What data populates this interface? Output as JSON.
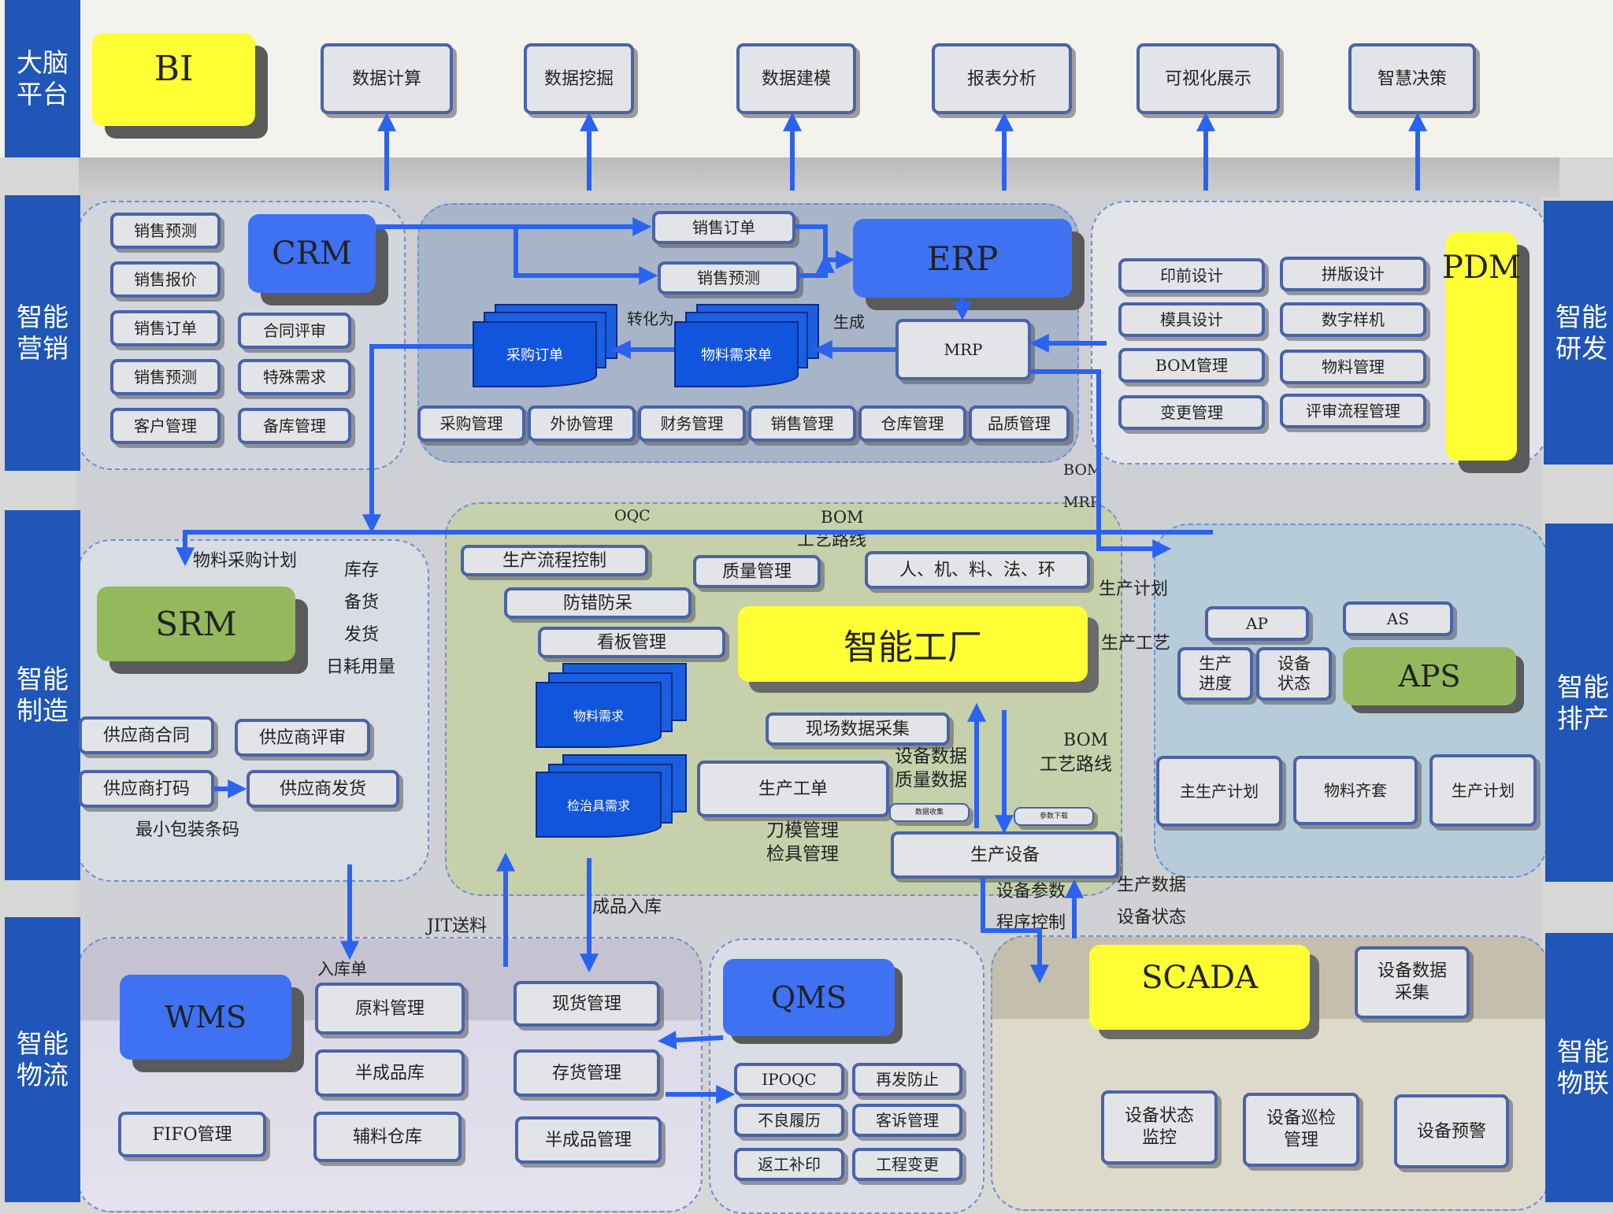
{
  "side_labels": {
    "brain": "大脑平台",
    "marketing": "智能营销",
    "manufacturing": "智能制造",
    "logistics": "智能物流",
    "rnd": "智能研发",
    "scheduling": "智能排产",
    "iot": "智能物联"
  },
  "bi": {
    "title": "BI",
    "items": [
      "数据计算",
      "数据挖掘",
      "数据建模",
      "报表分析",
      "可视化展示",
      "智慧决策"
    ]
  },
  "crm": {
    "title": "CRM",
    "left_items": [
      "销售预测",
      "销售报价",
      "销售订单",
      "销售预测",
      "客户管理"
    ],
    "right_items": [
      "合同评审",
      "特殊需求",
      "备库管理"
    ]
  },
  "erp": {
    "title": "ERP",
    "sales_order": "销售订单",
    "sales_forecast": "销售预测",
    "mrp": "MRP",
    "purchase_order": "采购订单",
    "material_demand": "物料需求单",
    "convert": "转化为",
    "generate": "生成",
    "modules": [
      "采购管理",
      "外协管理",
      "财务管理",
      "销售管理",
      "仓库管理",
      "品质管理"
    ]
  },
  "pdm": {
    "title": "PDM",
    "items": [
      "印前设计",
      "拼版设计",
      "模具设计",
      "数字样机",
      "BOM管理",
      "物料管理",
      "变更管理",
      "评审流程管理"
    ]
  },
  "flow_labels": {
    "bom": "BOM",
    "mrp": "MRP",
    "oqc": "OQC",
    "bom_route": "BOM",
    "process_route": "工艺路线",
    "material_purchase_plan": "物料采购计划",
    "production_plan": "生产计划",
    "production_process": "生产工艺"
  },
  "srm": {
    "title": "SRM",
    "stock_labels": [
      "库存",
      "备货",
      "发货",
      "日耗用量"
    ],
    "items": [
      "供应商合同",
      "供应商评审",
      "供应商打码",
      "供应商发货"
    ],
    "min_pack": "最小包装条码"
  },
  "factory": {
    "title": "智能工厂",
    "flow_control": "生产流程控制",
    "quality": "质量管理",
    "factors": "人、机、料、法、环",
    "error_proof": "防错防呆",
    "kanban": "看板管理",
    "material_demand": "物料需求",
    "gauge_demand": "检治具需求",
    "onsite_data": "现场数据采集",
    "work_order": "生产工单",
    "equip_quality_data": [
      "设备数据",
      "质量数据"
    ],
    "bom_route": [
      "BOM",
      "工艺路线"
    ],
    "tool_mgmt": [
      "刀模管理",
      "检具管理"
    ],
    "data_collect": "数据收集",
    "param_dl": "参数下载",
    "equipment": "生产设备",
    "equip_param": "设备参数",
    "program_ctrl": "程序控制",
    "prod_data": "生产数据",
    "equip_status": "设备状态"
  },
  "aps": {
    "title": "APS",
    "ap": "AP",
    "as": "AS",
    "progress": [
      "生产",
      "进度"
    ],
    "status": [
      "设备",
      "状态"
    ],
    "items": [
      "主生产计划",
      "物料齐套",
      "生产计划"
    ]
  },
  "wms": {
    "title": "WMS",
    "inbound_label": "入库单",
    "jit_label": "JIT送料",
    "finished_label": "成品入库",
    "items": [
      "原料管理",
      "现货管理",
      "半成品库",
      "存货管理",
      "FIFO管理",
      "辅料仓库",
      "半成品管理"
    ]
  },
  "qms": {
    "title": "QMS",
    "items": [
      "IPOQC",
      "再发防止",
      "不良履历",
      "客诉管理",
      "返工补印",
      "工程变更"
    ]
  },
  "scada": {
    "title": "SCADA",
    "data_collect": [
      "设备数据",
      "采集"
    ],
    "items": [
      [
        "设备状态",
        "监控"
      ],
      [
        "设备巡检",
        "管理"
      ],
      [
        "设备预警"
      ]
    ]
  }
}
